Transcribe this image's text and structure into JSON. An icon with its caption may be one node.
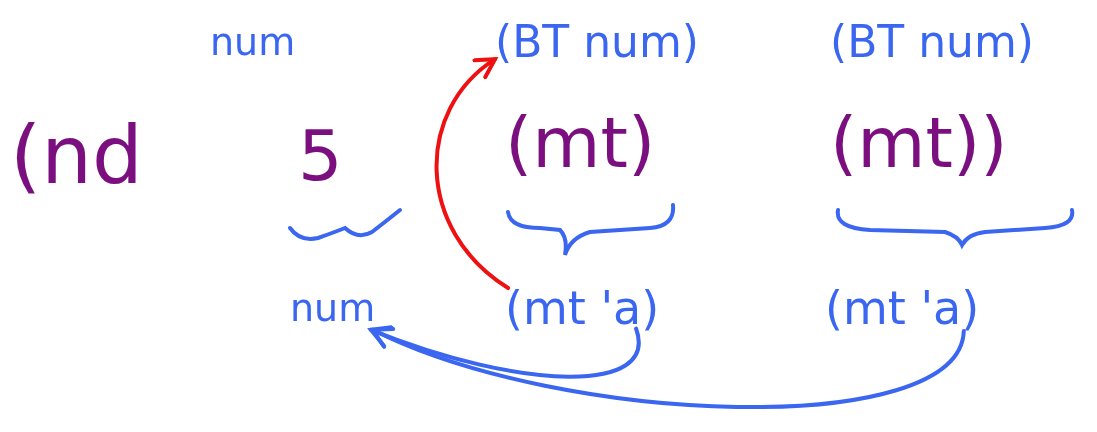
{
  "diagram": {
    "nodes": [
      {
        "text": [
          "(nd"
        ]
      },
      {
        "text": [
          "num"
        ]
      },
      {
        "text": [
          "5"
        ]
      },
      {
        "text": [
          "(BT num)"
        ]
      },
      {
        "text": [
          "(mt)"
        ]
      },
      {
        "text": [
          "(BT num)"
        ]
      },
      {
        "text": [
          "(mt))"
        ]
      },
      {
        "text": [
          "num"
        ]
      },
      {
        "text": [
          "(mt 'a)"
        ]
      },
      {
        "text": [
          "(mt 'a)"
        ]
      }
    ],
    "edges": [
      {
        "from": 8,
        "to": 3,
        "arrow": "to",
        "color": "#ee1111"
      },
      {
        "from": 8,
        "to": 7,
        "arrow": "to"
      },
      {
        "from": 9,
        "to": 7,
        "arrow": "to"
      }
    ]
  }
}
